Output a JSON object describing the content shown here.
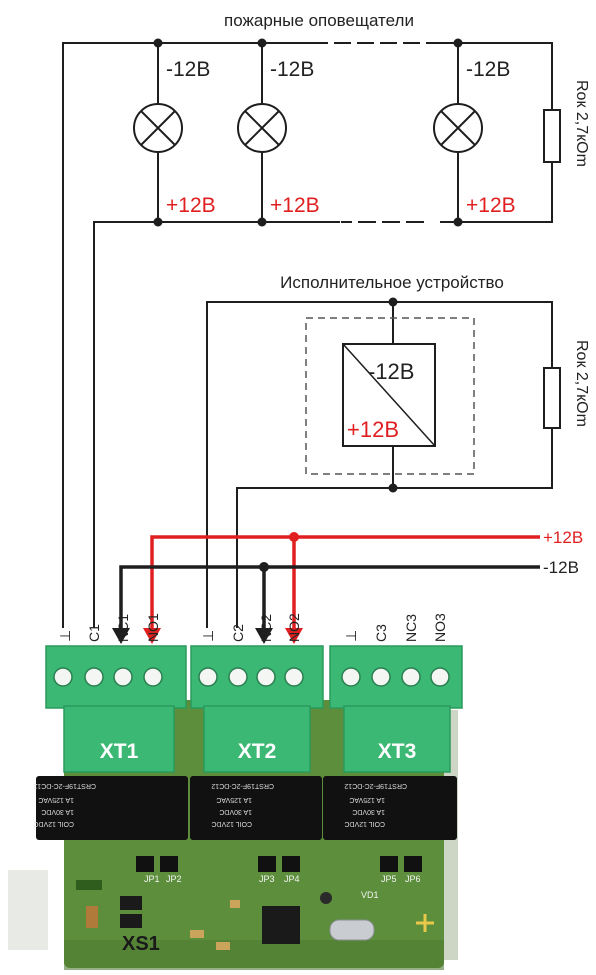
{
  "colors": {
    "wire": "#1e1e1e",
    "positive": "#e02020",
    "board": "#5c8e3c",
    "terminal": "#3bb873",
    "terminal_dark": "#2a9a5d",
    "relay": "#111111"
  },
  "top_circuit": {
    "title": "пожарные оповещатели",
    "neg_label": "-12В",
    "pos_label": "+12В",
    "resistor_label": "Rок 2,7кОm"
  },
  "middle_circuit": {
    "title": "Исполнительное устройство",
    "neg_label": "-12В",
    "pos_label": "+12В",
    "resistor_label": "Rок 2,7кОm"
  },
  "power": {
    "pos_label": "+12В",
    "neg_label": "-12В"
  },
  "terminals": {
    "xt1": [
      "⊥",
      "C1",
      "NC1",
      "NO1"
    ],
    "xt2": [
      "⊥",
      "C2",
      "NC2",
      "NO2"
    ],
    "xt3": [
      "⊥",
      "C3",
      "NC3",
      "NO3"
    ]
  },
  "blocks": {
    "xt1": "XT1",
    "xt2": "XT2",
    "xt3": "XT3",
    "board": "XS1"
  },
  "relay_text": [
    "COIL 12VDC",
    "1A 30VDC",
    "1A 125VAC",
    "CRST19F-2C-DC12"
  ],
  "jumpers": {
    "jp1": "JP1",
    "jp2": "JP2",
    "jp3": "JP3",
    "jp4": "JP4",
    "jp5": "JP5",
    "jp6": "JP6",
    "vd1": "VD1"
  }
}
